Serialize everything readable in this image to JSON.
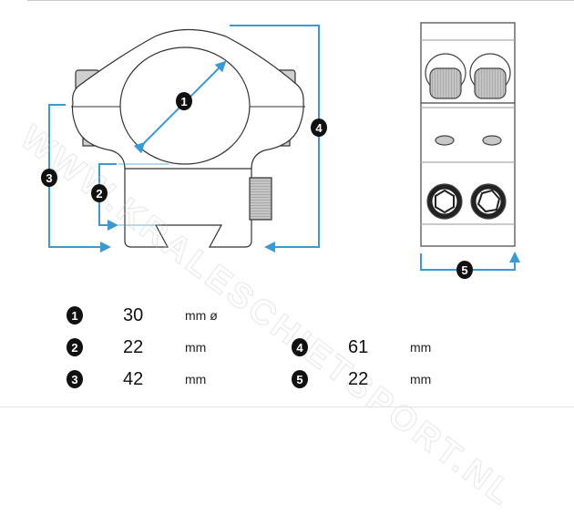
{
  "watermark": "WWW.KRALESCHIETSPORT.NL",
  "colors": {
    "dimension_line": "#3a9ad1",
    "badge_bg": "#111111",
    "outline": "#333333",
    "knurl": "#b9b9b9"
  },
  "callouts": [
    {
      "id": "1",
      "label": "1"
    },
    {
      "id": "2",
      "label": "2"
    },
    {
      "id": "3",
      "label": "3"
    },
    {
      "id": "4",
      "label": "4"
    },
    {
      "id": "5",
      "label": "5"
    }
  ],
  "specs": [
    {
      "badge": "1",
      "value": "30",
      "unit": "mm  ø"
    },
    {
      "badge": "2",
      "value": "22",
      "unit": "mm"
    },
    {
      "badge": "3",
      "value": "42",
      "unit": "mm"
    },
    {
      "badge": "4",
      "value": "61",
      "unit": "mm"
    },
    {
      "badge": "5",
      "value": "22",
      "unit": "mm"
    }
  ]
}
